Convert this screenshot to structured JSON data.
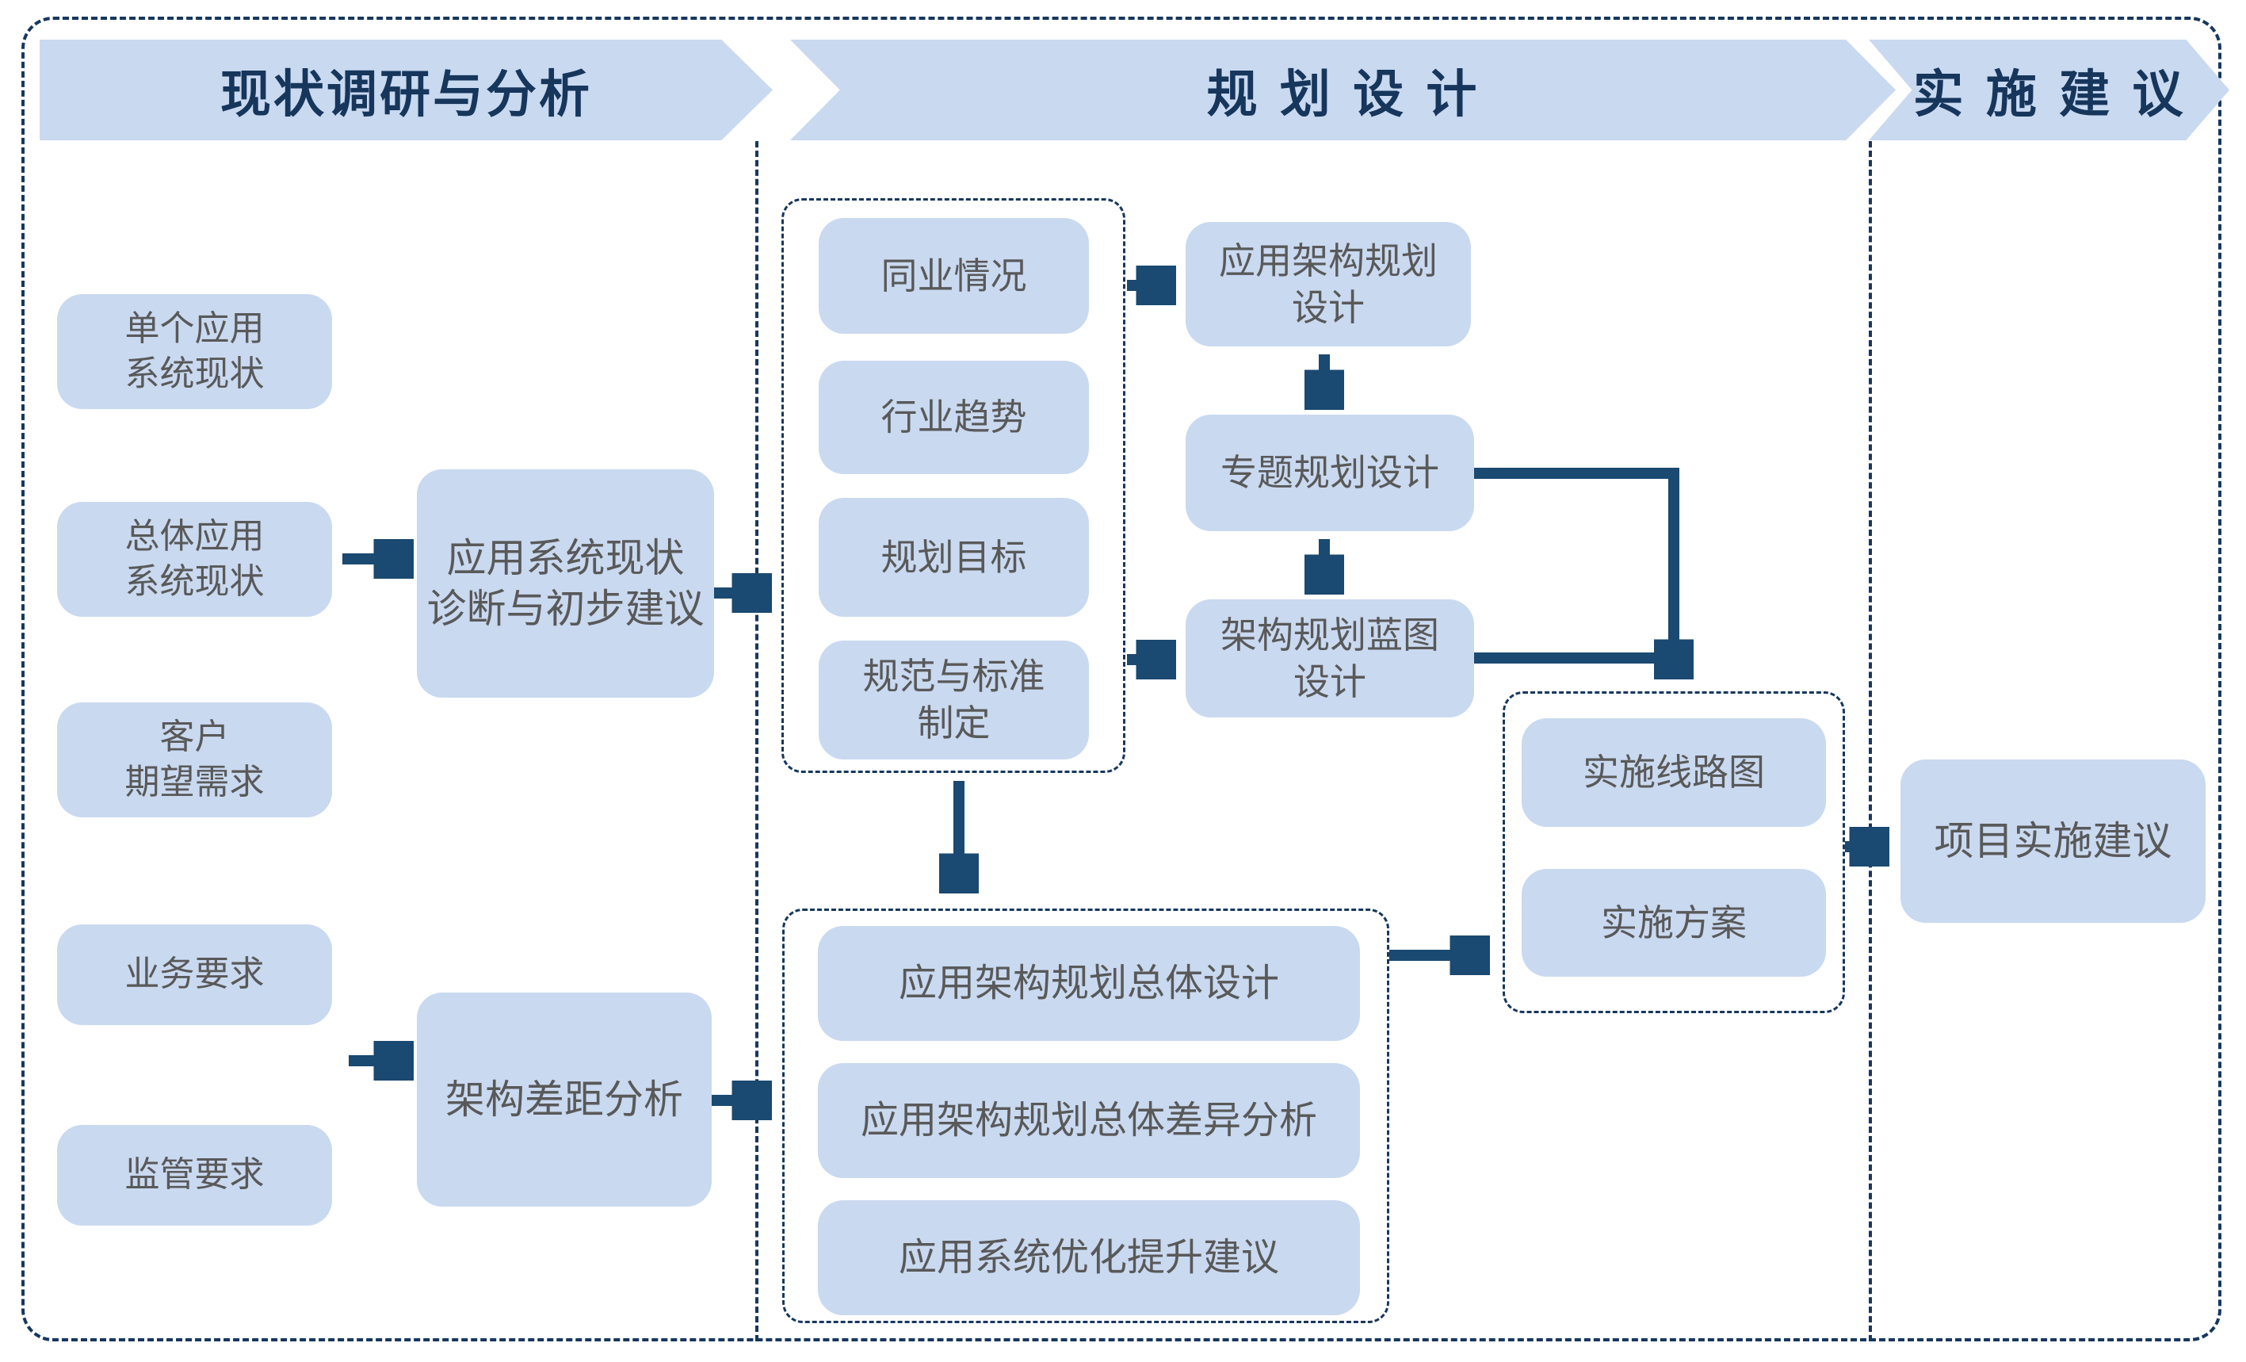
{
  "phases": [
    {
      "label": "现状调研与分析"
    },
    {
      "label": "规 划 设 计"
    },
    {
      "label": "实 施 建 议"
    }
  ],
  "boxes": {
    "single_app": "单个应用\n系统现状",
    "overall_app": "总体应用\n系统现状",
    "customer_demand": "客户\n期望需求",
    "business_req": "业务要求",
    "regulatory_req": "监管要求",
    "diagnosis": "应用系统现状\n诊断与初步建议",
    "gap_analysis": "架构差距分析",
    "peers": "同业情况",
    "industry_trend": "行业趋势",
    "planning_goal": "规划目标",
    "standards": "规范与标准\n制定",
    "app_arch_design": "应用架构规划\n设计",
    "special_planning": "专题规划设计",
    "blueprint": "架构规划蓝图\n设计",
    "overall_design": "应用架构规划总体设计",
    "overall_diff": "应用架构规划总体差异分析",
    "optimization": "应用系统优化提升建议",
    "roadmap": "实施线路图",
    "impl_plan": "实施方案",
    "project_impl": "项目实施建议"
  },
  "colors": {
    "box_fill": "#c9d9f0",
    "navy_border": "#17375E",
    "arrow": "#1A4971",
    "header_text": "#16365C",
    "box_text": "#595959"
  }
}
